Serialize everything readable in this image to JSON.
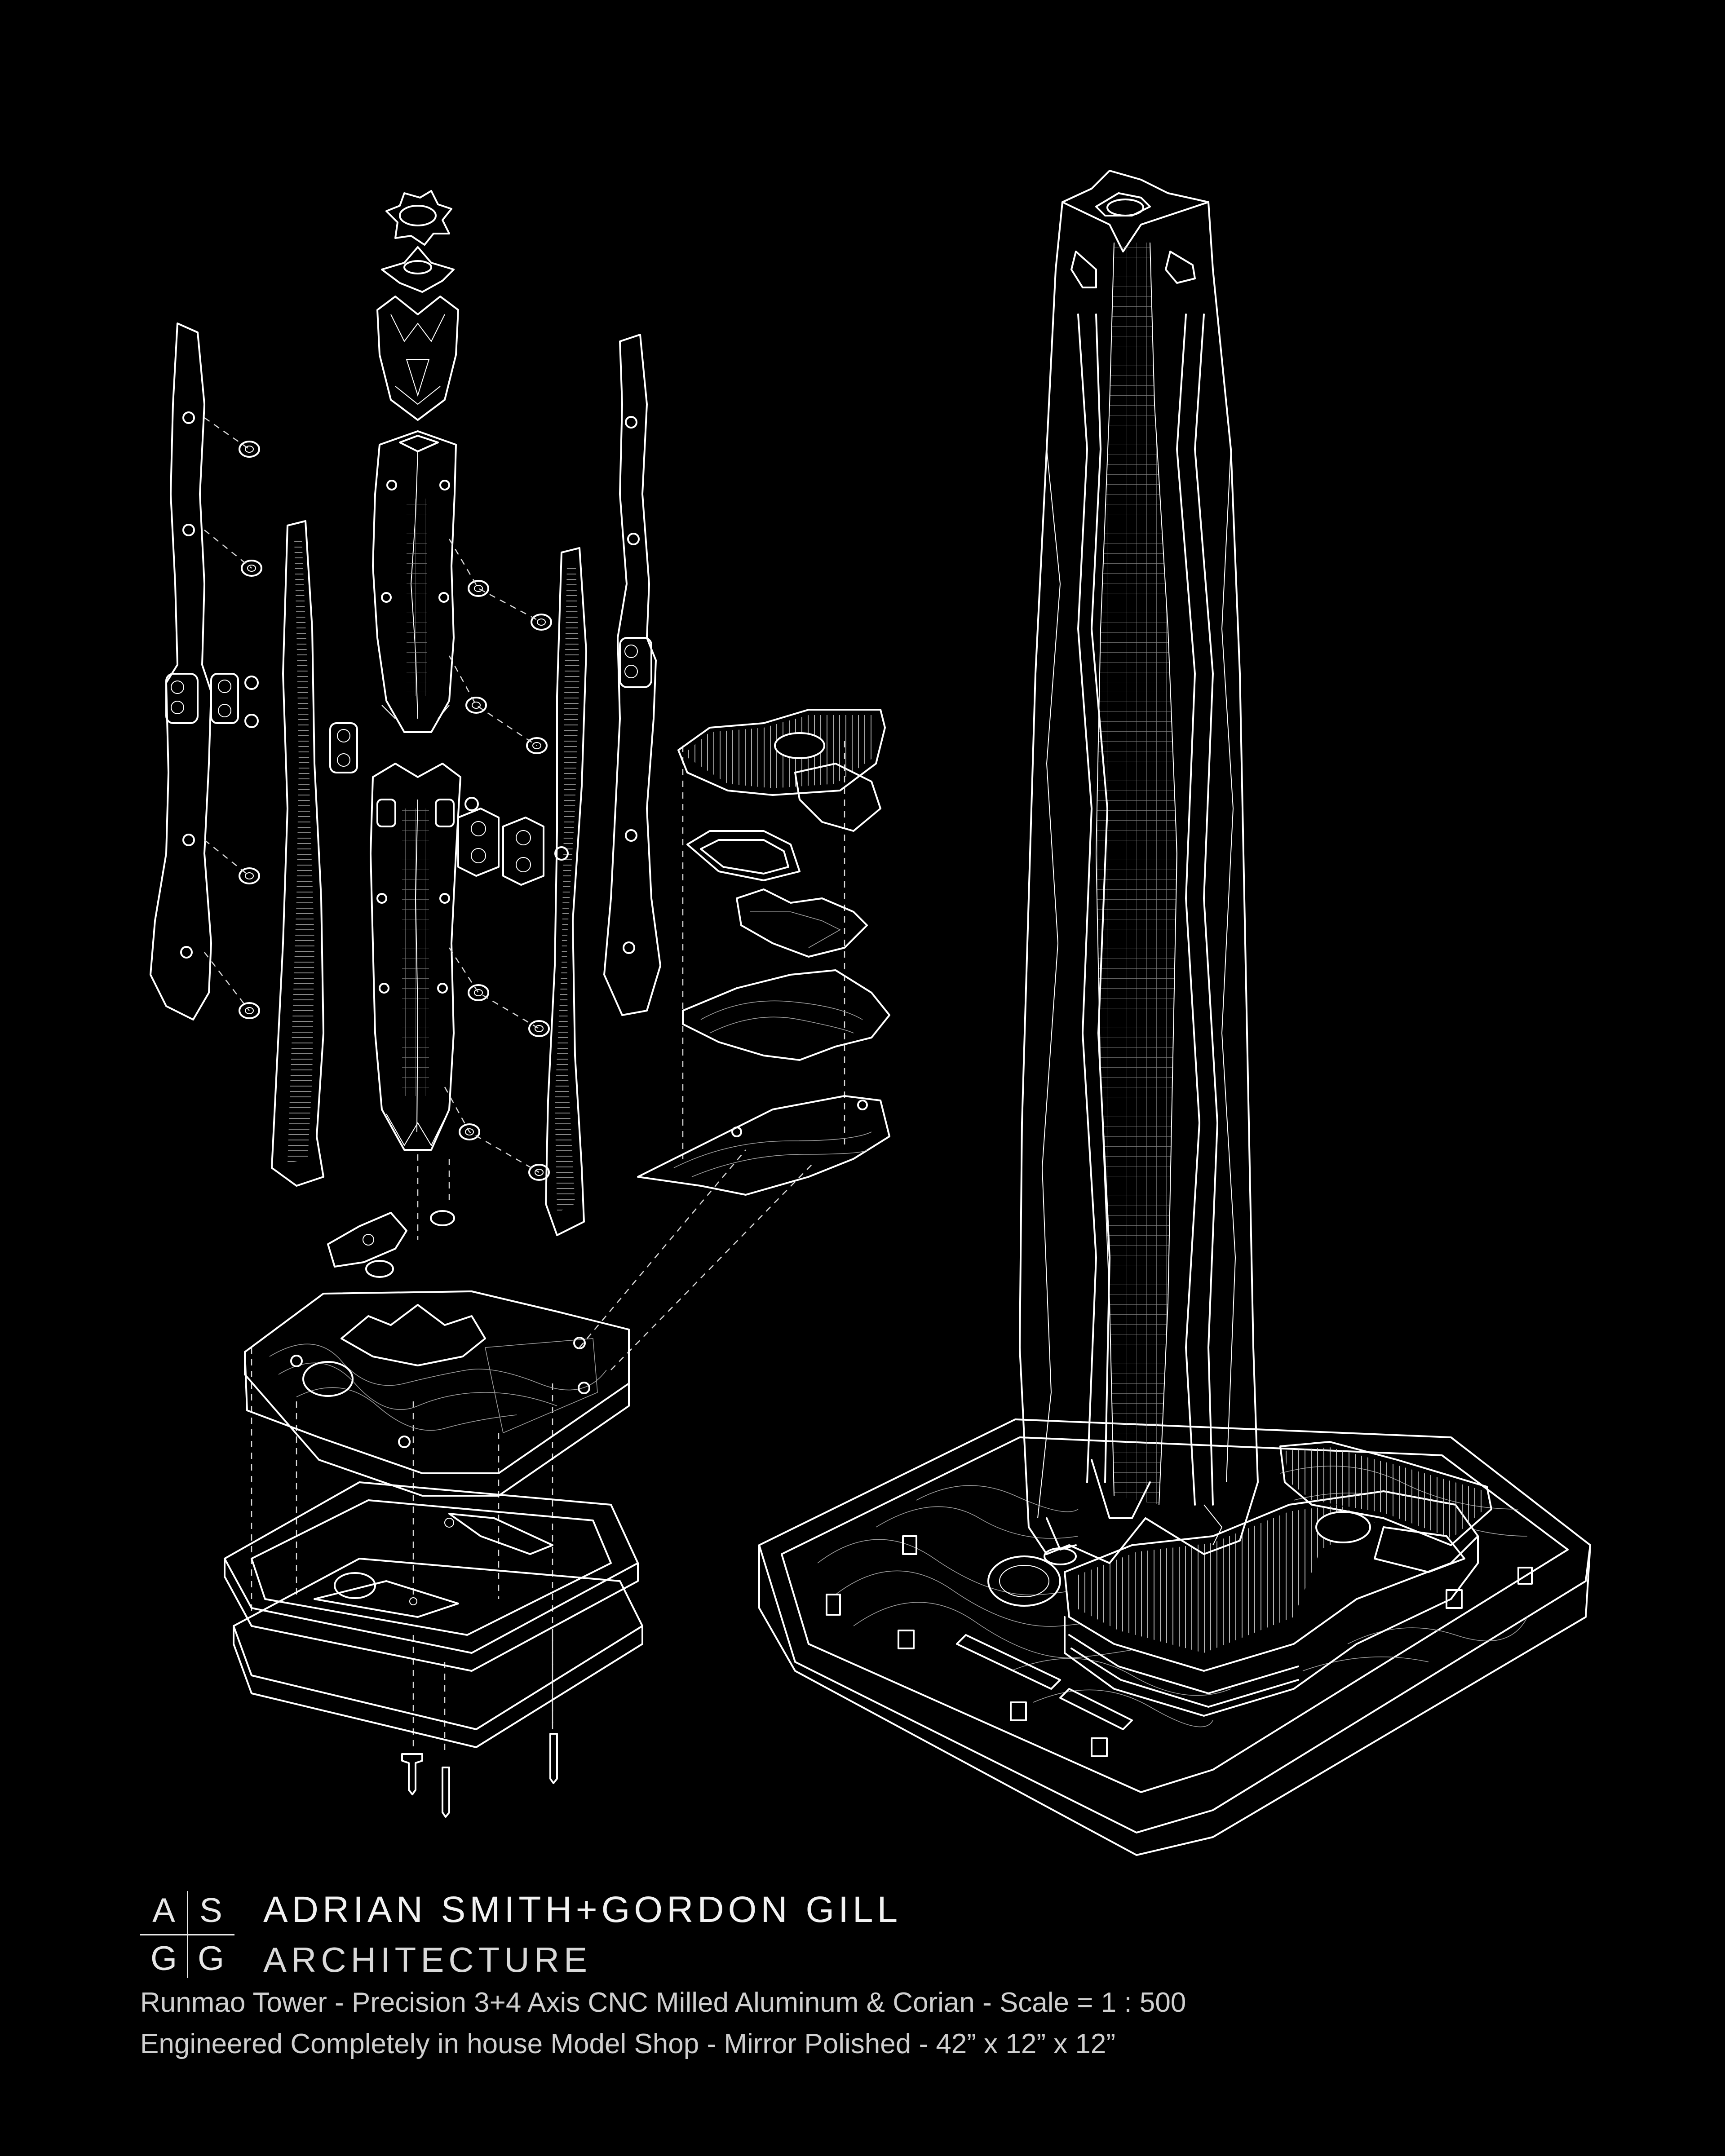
{
  "logo": {
    "letters": [
      "A",
      "S",
      "G",
      "G"
    ]
  },
  "firm": {
    "name": "ADRIAN SMITH+GORDON GILL",
    "subtitle": "ARCHITECTURE"
  },
  "caption": {
    "line1": "Runmao Tower  -  Precision 3+4 Axis CNC Milled Aluminum  & Corian  -  Scale = 1 : 500",
    "line2": "Engineered Completely in house Model Shop -  Mirror Polished  -  42” x 12” x 12”"
  },
  "colors": {
    "background": "#000000",
    "linework": "#ffffff",
    "text": "#cfcfcf"
  }
}
